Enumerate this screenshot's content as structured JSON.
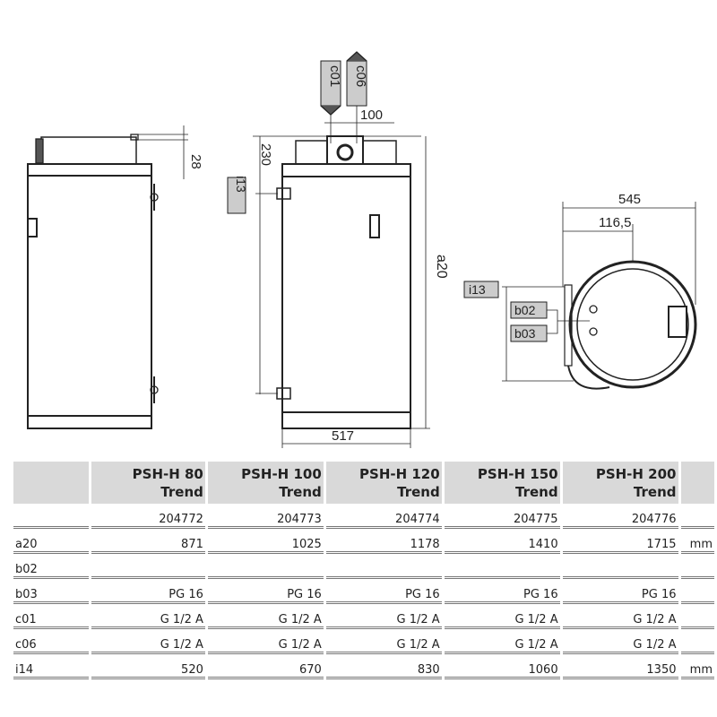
{
  "drawing": {
    "labels": {
      "c01": "c01",
      "c06": "c06",
      "i13": "i13",
      "b02": "b02",
      "b03": "b03"
    },
    "dimensions": {
      "d28": "28",
      "d100": "100",
      "d230": "230",
      "a20": "a20",
      "d517": "517",
      "d545": "545",
      "d1165": "116,5"
    }
  },
  "table": {
    "models": [
      {
        "name": "PSH-H 80",
        "line": "Trend",
        "code": "204772"
      },
      {
        "name": "PSH-H 100",
        "line": "Trend",
        "code": "204773"
      },
      {
        "name": "PSH-H 120",
        "line": "Trend",
        "code": "204774"
      },
      {
        "name": "PSH-H 150",
        "line": "Trend",
        "code": "204775"
      },
      {
        "name": "PSH-H 200",
        "line": "Trend",
        "code": "204776"
      }
    ],
    "rows": [
      {
        "label": "a20",
        "values": [
          "871",
          "1025",
          "1178",
          "1410",
          "1715"
        ],
        "unit": "mm"
      },
      {
        "label": "b02",
        "values": [
          "",
          "",
          "",
          "",
          ""
        ],
        "unit": ""
      },
      {
        "label": "b03",
        "values": [
          "PG 16",
          "PG 16",
          "PG 16",
          "PG 16",
          "PG 16"
        ],
        "unit": ""
      },
      {
        "label": "c01",
        "values": [
          "G 1/2 A",
          "G 1/2 A",
          "G 1/2 A",
          "G 1/2 A",
          "G 1/2 A"
        ],
        "unit": ""
      },
      {
        "label": "c06",
        "values": [
          "G 1/2 A",
          "G 1/2 A",
          "G 1/2 A",
          "G 1/2 A",
          "G 1/2 A"
        ],
        "unit": ""
      },
      {
        "label": "i14",
        "values": [
          "520",
          "670",
          "830",
          "1060",
          "1350"
        ],
        "unit": "mm"
      }
    ]
  }
}
